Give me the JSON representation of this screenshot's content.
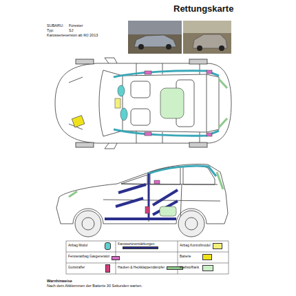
{
  "diagram": {
    "title": "Rettungskarte",
    "labels": [
      "SUBARU:",
      "Forester",
      "Typ:",
      "SJ",
      "Karosserieversion ab MJ 2013",
      "Warnhinweise",
      "Nach dem Abklemmen der Batterie 30 Sekunden warten."
    ],
    "legend": [
      {
        "text": "Airbag Modul",
        "color": "#5fd0d0"
      },
      {
        "text": "Karosserieverstärkungen",
        "color": "#2b2f8c"
      },
      {
        "text": "Airbag Kontrollmodul",
        "color": "#f4f07a"
      },
      {
        "text": "Fensterairbag Gasgenerator",
        "color": "#d86cc4"
      },
      {
        "text": "Batterie",
        "color": "#efe21a"
      },
      {
        "text": "Gurtstraffer",
        "color": "#cf3f7c"
      },
      {
        "text": "Hauben & Heckklappendämpfer",
        "color": "#8cc88c"
      },
      {
        "text": "Kraftstofftank",
        "color": "#cdf0c8"
      }
    ]
  }
}
